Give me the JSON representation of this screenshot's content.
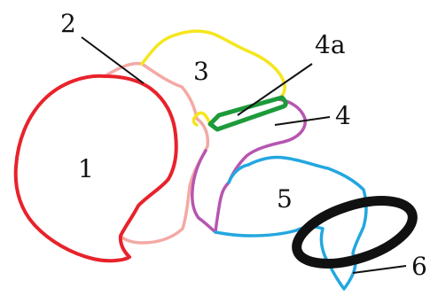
{
  "labels": {
    "part_1": "1",
    "part_2": "2",
    "part_3": "3",
    "part_4": "4",
    "part_4a": "4a",
    "part_5": "5",
    "part_6": "6"
  },
  "colors": {
    "part_1": "#e8222b",
    "part_2": "#f4a9a4",
    "part_3": "#f5e61c",
    "part_4": "#b656b0",
    "part_4a": "#1d9a3a",
    "part_5": "#23a7e0",
    "part_6": "#111111",
    "leader": "#111111"
  }
}
